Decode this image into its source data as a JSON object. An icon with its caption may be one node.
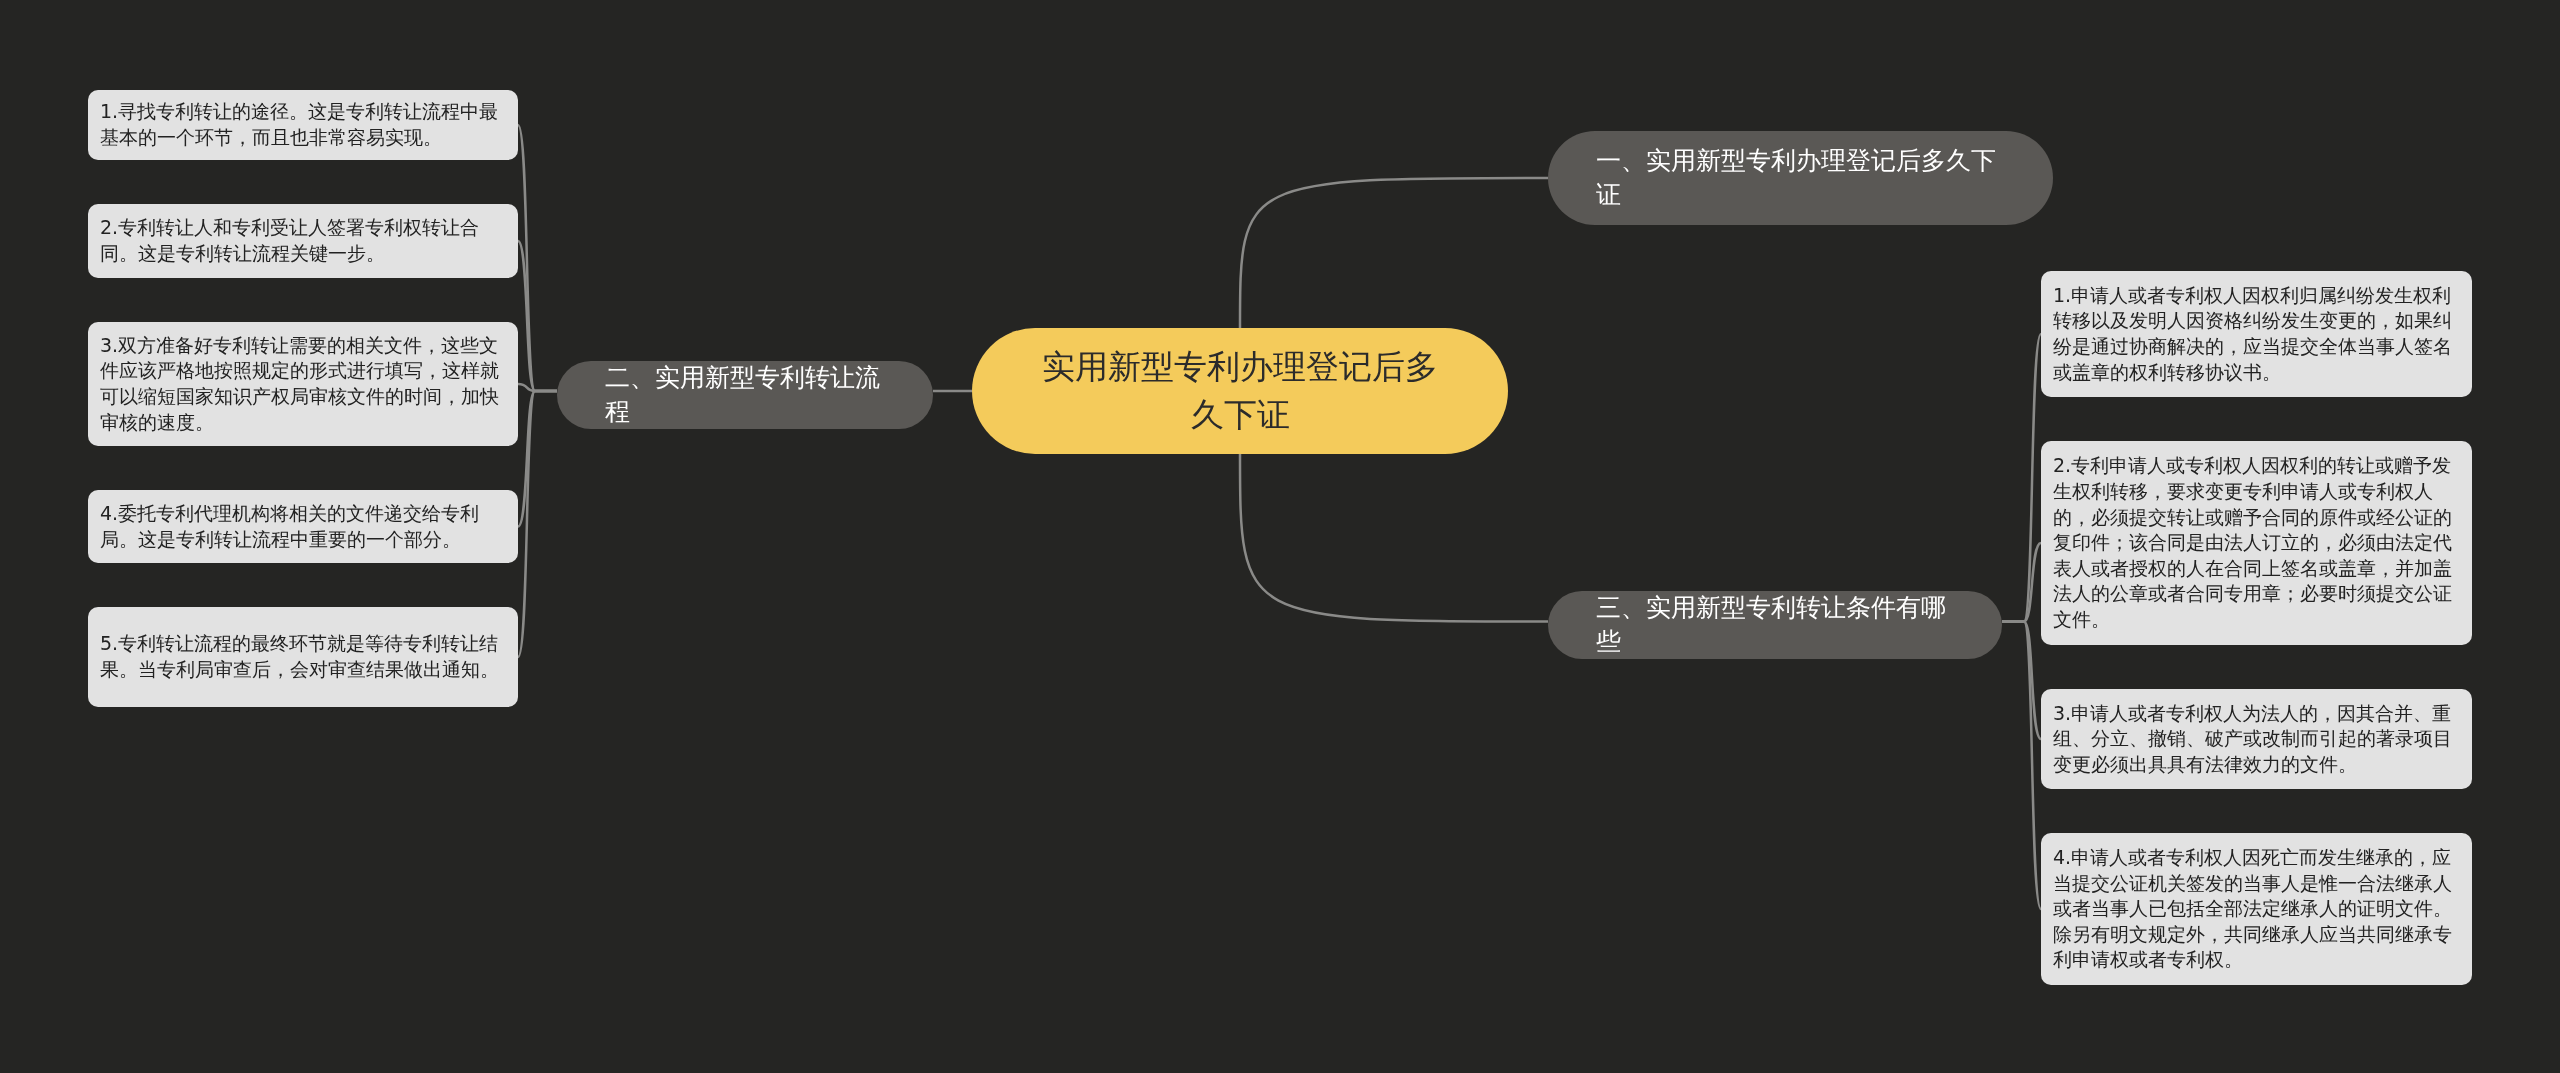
{
  "diagram": {
    "nodes": [
      {
        "text": [
          "实用新型专利办理登记后多久下证"
        ]
      },
      {
        "text": [
          "一、实用新型专利办理登记后多久下证"
        ]
      },
      {
        "text": [
          "二、实用新型专利转让流程"
        ]
      },
      {
        "text": [
          "1.寻找专利转让的途径。这是专利转让流程中最基本的一个环节，而且也非常容易实现。"
        ]
      },
      {
        "text": [
          "2.专利转让人和专利受让人签署专利权转让合同。这是专利转让流程关键一步。"
        ]
      },
      {
        "text": [
          "3.双方准备好专利转让需要的相关文件，这些文件应该严格地按照规定的形式进行填写，这样就可以缩短国家知识产权局审核文件的时间，加快审核的速度。"
        ]
      },
      {
        "text": [
          "4.委托专利代理机构将相关的文件递交给专利局。这是专利转让流程中重要的一个部分。"
        ]
      },
      {
        "text": [
          "5.专利转让流程的最终环节就是等待专利转让结果。当专利局审查后，会对审查结果做出通知。"
        ]
      },
      {
        "text": [
          "三、实用新型专利转让条件有哪些"
        ]
      },
      {
        "text": [
          "1.申请人或者专利权人因权利归属纠纷发生权利转移以及发明人因资格纠纷发生变更的，如果纠纷是通过协商解决的，应当提交全体当事人签名或盖章的权利转移协议书。"
        ]
      },
      {
        "text": [
          "2.专利申请人或专利权人因权利的转让或赠予发生权利转移，要求变更专利申请人或专利权人的，必须提交转让或赠予合同的原件或经公证的复印件；该合同是由法人订立的，必须由法定代表人或者授权的人在合同上签名或盖章，并加盖法人的公章或者合同专用章；必要时须提交公证文件。"
        ]
      },
      {
        "text": [
          "3.申请人或者专利权人为法人的，因其合并、重组、分立、撤销、破产或改制而引起的著录项目变更必须出具具有法律效力的文件。"
        ]
      },
      {
        "text": [
          "4.申请人或者专利权人因死亡而发生继承的，应当提交公证机关签发的当事人是惟一合法继承人或者当事人已包括全部法定继承人的证明文件。除另有明文规定外，共同继承人应当共同继承专利申请权或者专利权。"
        ]
      }
    ],
    "edges": [
      {
        "from": 0,
        "to": 1,
        "arrow": "none"
      },
      {
        "from": 0,
        "to": 2,
        "arrow": "none"
      },
      {
        "from": 2,
        "to": 3,
        "arrow": "none"
      },
      {
        "from": 2,
        "to": 4,
        "arrow": "none"
      },
      {
        "from": 2,
        "to": 5,
        "arrow": "none"
      },
      {
        "from": 2,
        "to": 6,
        "arrow": "none"
      },
      {
        "from": 2,
        "to": 7,
        "arrow": "none"
      },
      {
        "from": 0,
        "to": 8,
        "arrow": "none"
      },
      {
        "from": 8,
        "to": 9,
        "arrow": "none"
      },
      {
        "from": 8,
        "to": 10,
        "arrow": "none"
      },
      {
        "from": 8,
        "to": 11,
        "arrow": "none"
      },
      {
        "from": 8,
        "to": 12,
        "arrow": "none"
      }
    ]
  }
}
